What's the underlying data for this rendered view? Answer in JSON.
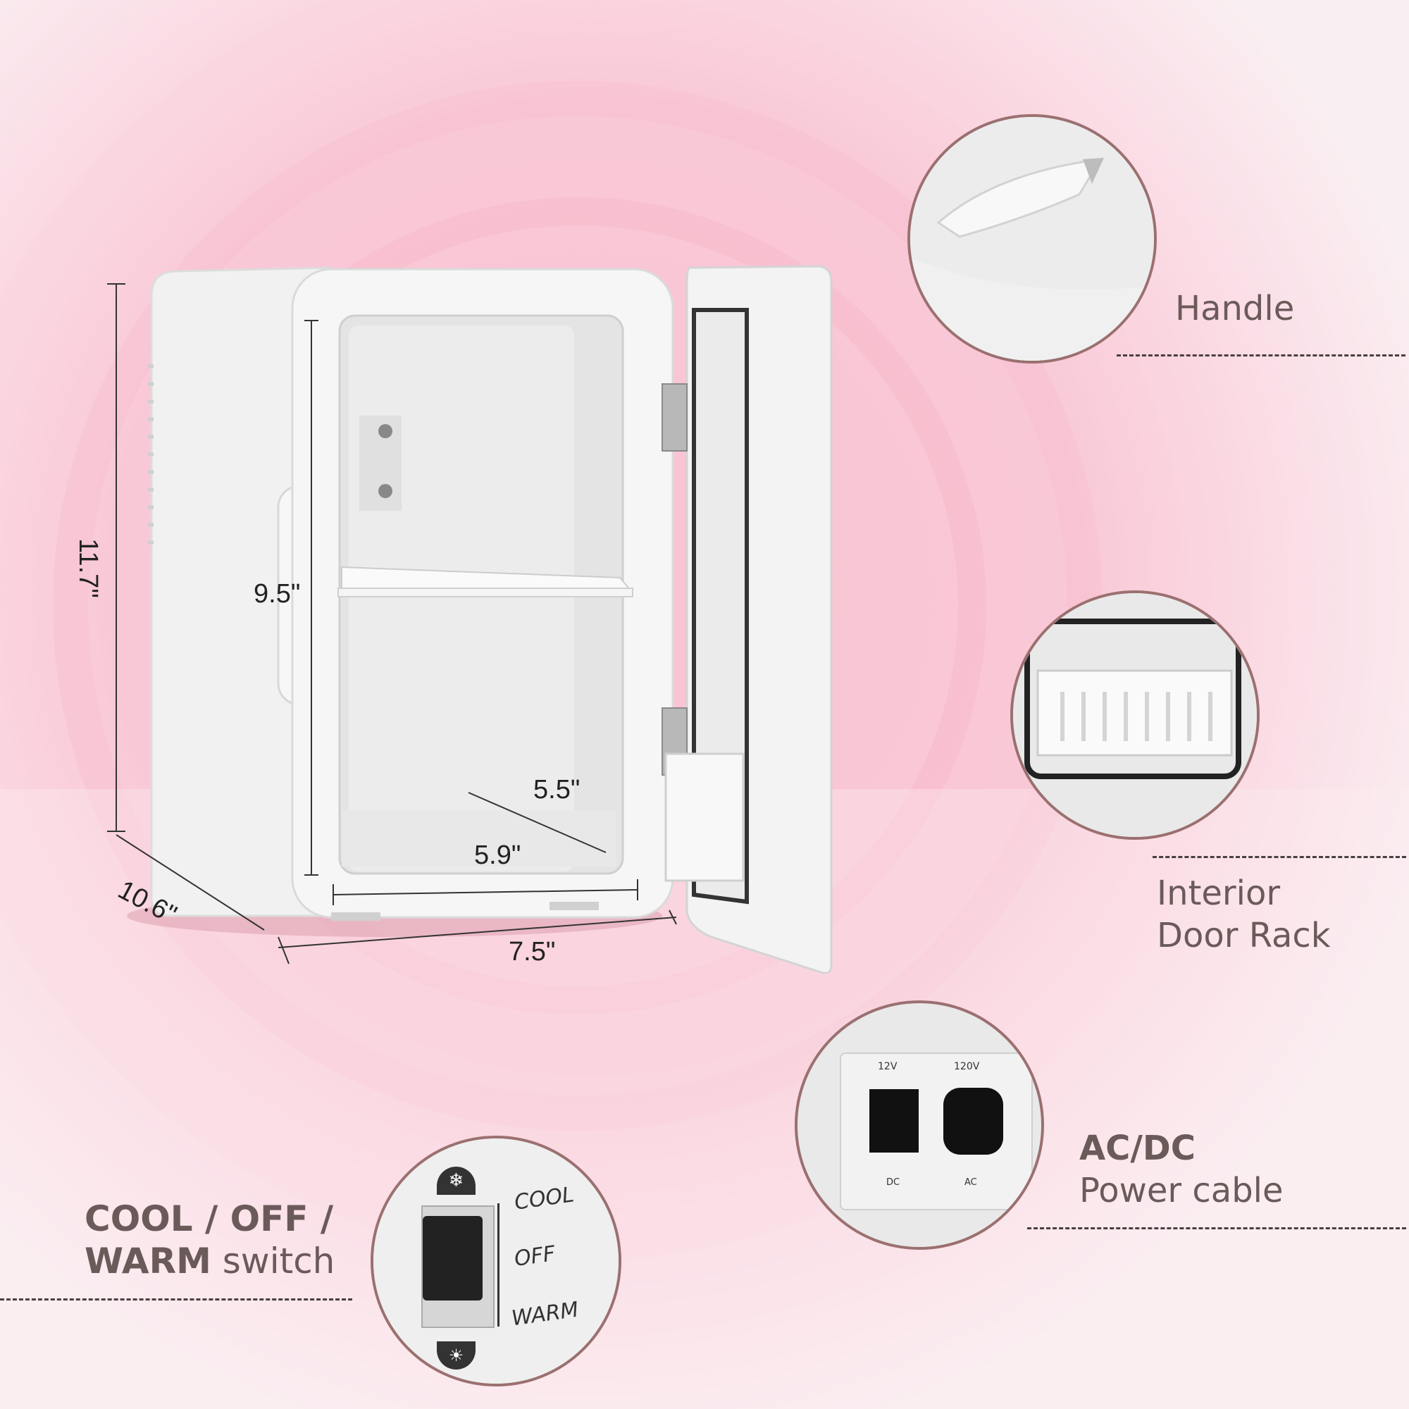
{
  "dimensions": {
    "height_outer": "11.7\"",
    "height_inner": "9.5\"",
    "depth_outer": "10.6\"",
    "width_outer": "7.5\"",
    "depth_inner": "5.5\"",
    "width_inner": "5.9\""
  },
  "callouts": {
    "handle": "Handle",
    "door_rack_line1": "Interior",
    "door_rack_line2": "Door Rack",
    "acdc_bold": "AC/DC",
    "acdc_rest": "Power cable",
    "switch_bold1": "COOL / OFF /",
    "switch_bold2": "WARM",
    "switch_rest": " switch"
  },
  "power_panel": {
    "dc_voltage": "12V",
    "ac_voltage": "120V",
    "dc_label": "DC",
    "ac_label": "AC"
  },
  "switch_panel": {
    "cool": "COOL",
    "off": "OFF",
    "warm": "WARM"
  },
  "colors": {
    "background_pink": "#f7c6d4",
    "fridge_white": "#f4f4f4",
    "callout_text": "#6b5a5a",
    "circle_border": "#9b7070"
  },
  "icons": [
    "snowflake-icon",
    "sun-icon"
  ]
}
